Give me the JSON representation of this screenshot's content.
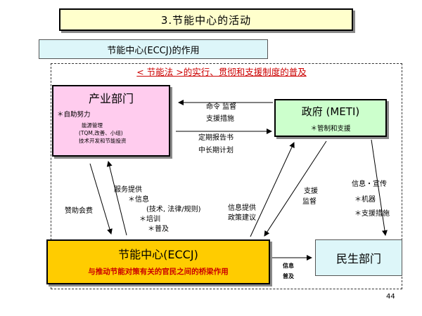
{
  "title": "3.节能中心的活动",
  "subtitle": "节能中心(ECCJ)的作用",
  "law_caption": "< 节能法 >的实行、贯彻和支援制度的普及",
  "industry": {
    "title": "产业部门",
    "item_main": "＊自助努力",
    "sub_items": [
      "能源管理",
      "(TQM,改善、小组)",
      "技术开发和节能投资"
    ]
  },
  "government": {
    "title": "政府 (METI)",
    "item": "＊管制和支援"
  },
  "eccj": {
    "title": "节能中心(ECCJ)",
    "subtitle": "与推动节能对策有关的官民之间的桥梁作用"
  },
  "public": {
    "title": "民生部门"
  },
  "labels": {
    "gov_to_industry": [
      "命令 监督",
      "支援措施"
    ],
    "industry_to_gov": [
      "定期报告书",
      "中长期计划"
    ],
    "sponsorship": "赞助会费",
    "services": [
      "服务提供",
      "＊信息",
      "(技术, 法律/规则)",
      "＊培训",
      "＊普及"
    ],
    "info_policy": [
      "信息提供",
      "政策建议"
    ],
    "support_supervise": [
      "支援",
      "监督"
    ],
    "gov_to_public": [
      "信息・宣传",
      "＊机器",
      "＊支援措施"
    ],
    "eccj_to_public": [
      "信息",
      "普及"
    ]
  },
  "page_number": "44"
}
